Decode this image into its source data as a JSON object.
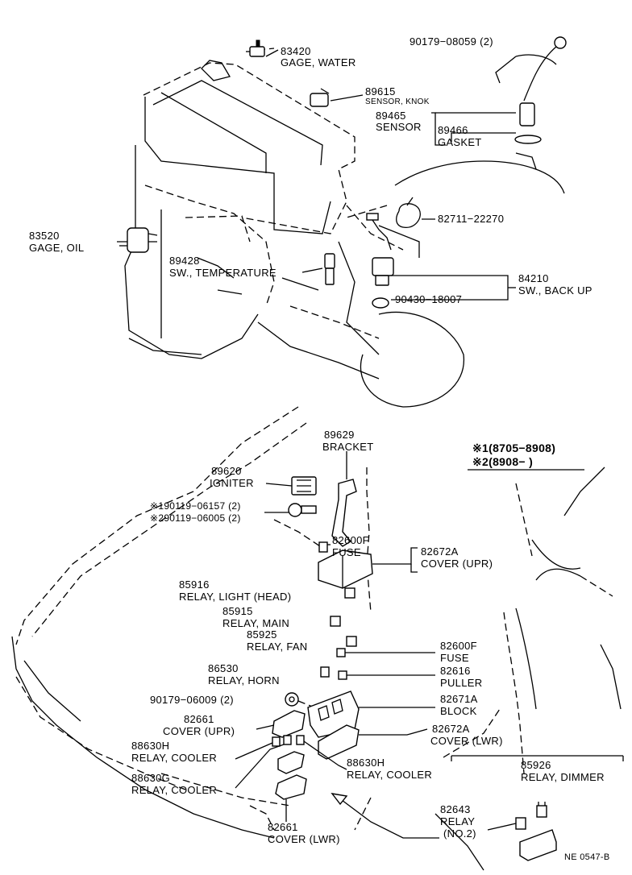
{
  "diagram_code": "NE 0547-B",
  "legend": {
    "note1": "※1(8705−8908)",
    "note2": "※2(8908−          )"
  },
  "parts": [
    {
      "id": "p83420",
      "number": "83420",
      "name": "GAGE, WATER"
    },
    {
      "id": "p90179a",
      "number": "90179−08059 (2)",
      "name": ""
    },
    {
      "id": "p89615",
      "number": "89615",
      "name": "SENSOR, KNOK"
    },
    {
      "id": "p89465",
      "number": "89465",
      "name": "SENSOR"
    },
    {
      "id": "p89466",
      "number": "89466",
      "name": "GASKET"
    },
    {
      "id": "p83520",
      "number": "83520",
      "name": "GAGE, OIL"
    },
    {
      "id": "p82711",
      "number": "82711−22270",
      "name": ""
    },
    {
      "id": "p89428",
      "number": "89428",
      "name": "SW., TEMPERATURE"
    },
    {
      "id": "p84210",
      "number": "84210",
      "name": "SW., BACK UP"
    },
    {
      "id": "p90430",
      "number": "90430−18007",
      "name": ""
    },
    {
      "id": "p89629",
      "number": "89629",
      "name": "BRACKET"
    },
    {
      "id": "p89620",
      "number": "89620",
      "name": "IGNITER"
    },
    {
      "id": "p90119a",
      "number": "※190119−06157 (2)",
      "name": ""
    },
    {
      "id": "p90119b",
      "number": "※290119−06005 (2)",
      "name": ""
    },
    {
      "id": "p82600a",
      "number": "82600F",
      "name": "FUSE"
    },
    {
      "id": "p82672a",
      "number": "82672A",
      "name": "COVER (UPR)"
    },
    {
      "id": "p85916",
      "number": "85916",
      "name": "RELAY, LIGHT (HEAD)"
    },
    {
      "id": "p85915",
      "number": "85915",
      "name": "RELAY, MAIN"
    },
    {
      "id": "p85925",
      "number": "85925",
      "name": "RELAY, FAN"
    },
    {
      "id": "p82600b",
      "number": "82600F",
      "name": "FUSE"
    },
    {
      "id": "p86530",
      "number": "86530",
      "name": "RELAY, HORN"
    },
    {
      "id": "p82616",
      "number": "82616",
      "name": "PULLER"
    },
    {
      "id": "p90179b",
      "number": "90179−06009 (2)",
      "name": ""
    },
    {
      "id": "p82671",
      "number": "82671A",
      "name": "BLOCK"
    },
    {
      "id": "p82661a",
      "number": "82661",
      "name": "COVER (UPR)"
    },
    {
      "id": "p82672b",
      "number": "82672A",
      "name": "COVER (LWR)"
    },
    {
      "id": "p88630h1",
      "number": "88630H",
      "name": "RELAY, COOLER"
    },
    {
      "id": "p88630g",
      "number": "88630G",
      "name": "RELAY, COOLER"
    },
    {
      "id": "p88630h2",
      "number": "88630H",
      "name": "RELAY, COOLER"
    },
    {
      "id": "p85926",
      "number": "85926",
      "name": "RELAY, DIMMER"
    },
    {
      "id": "p82643",
      "number": "82643",
      "name": "RELAY",
      "extra": "(NO.2)"
    },
    {
      "id": "p82661b",
      "number": "82661",
      "name": "COVER (LWR)"
    }
  ]
}
